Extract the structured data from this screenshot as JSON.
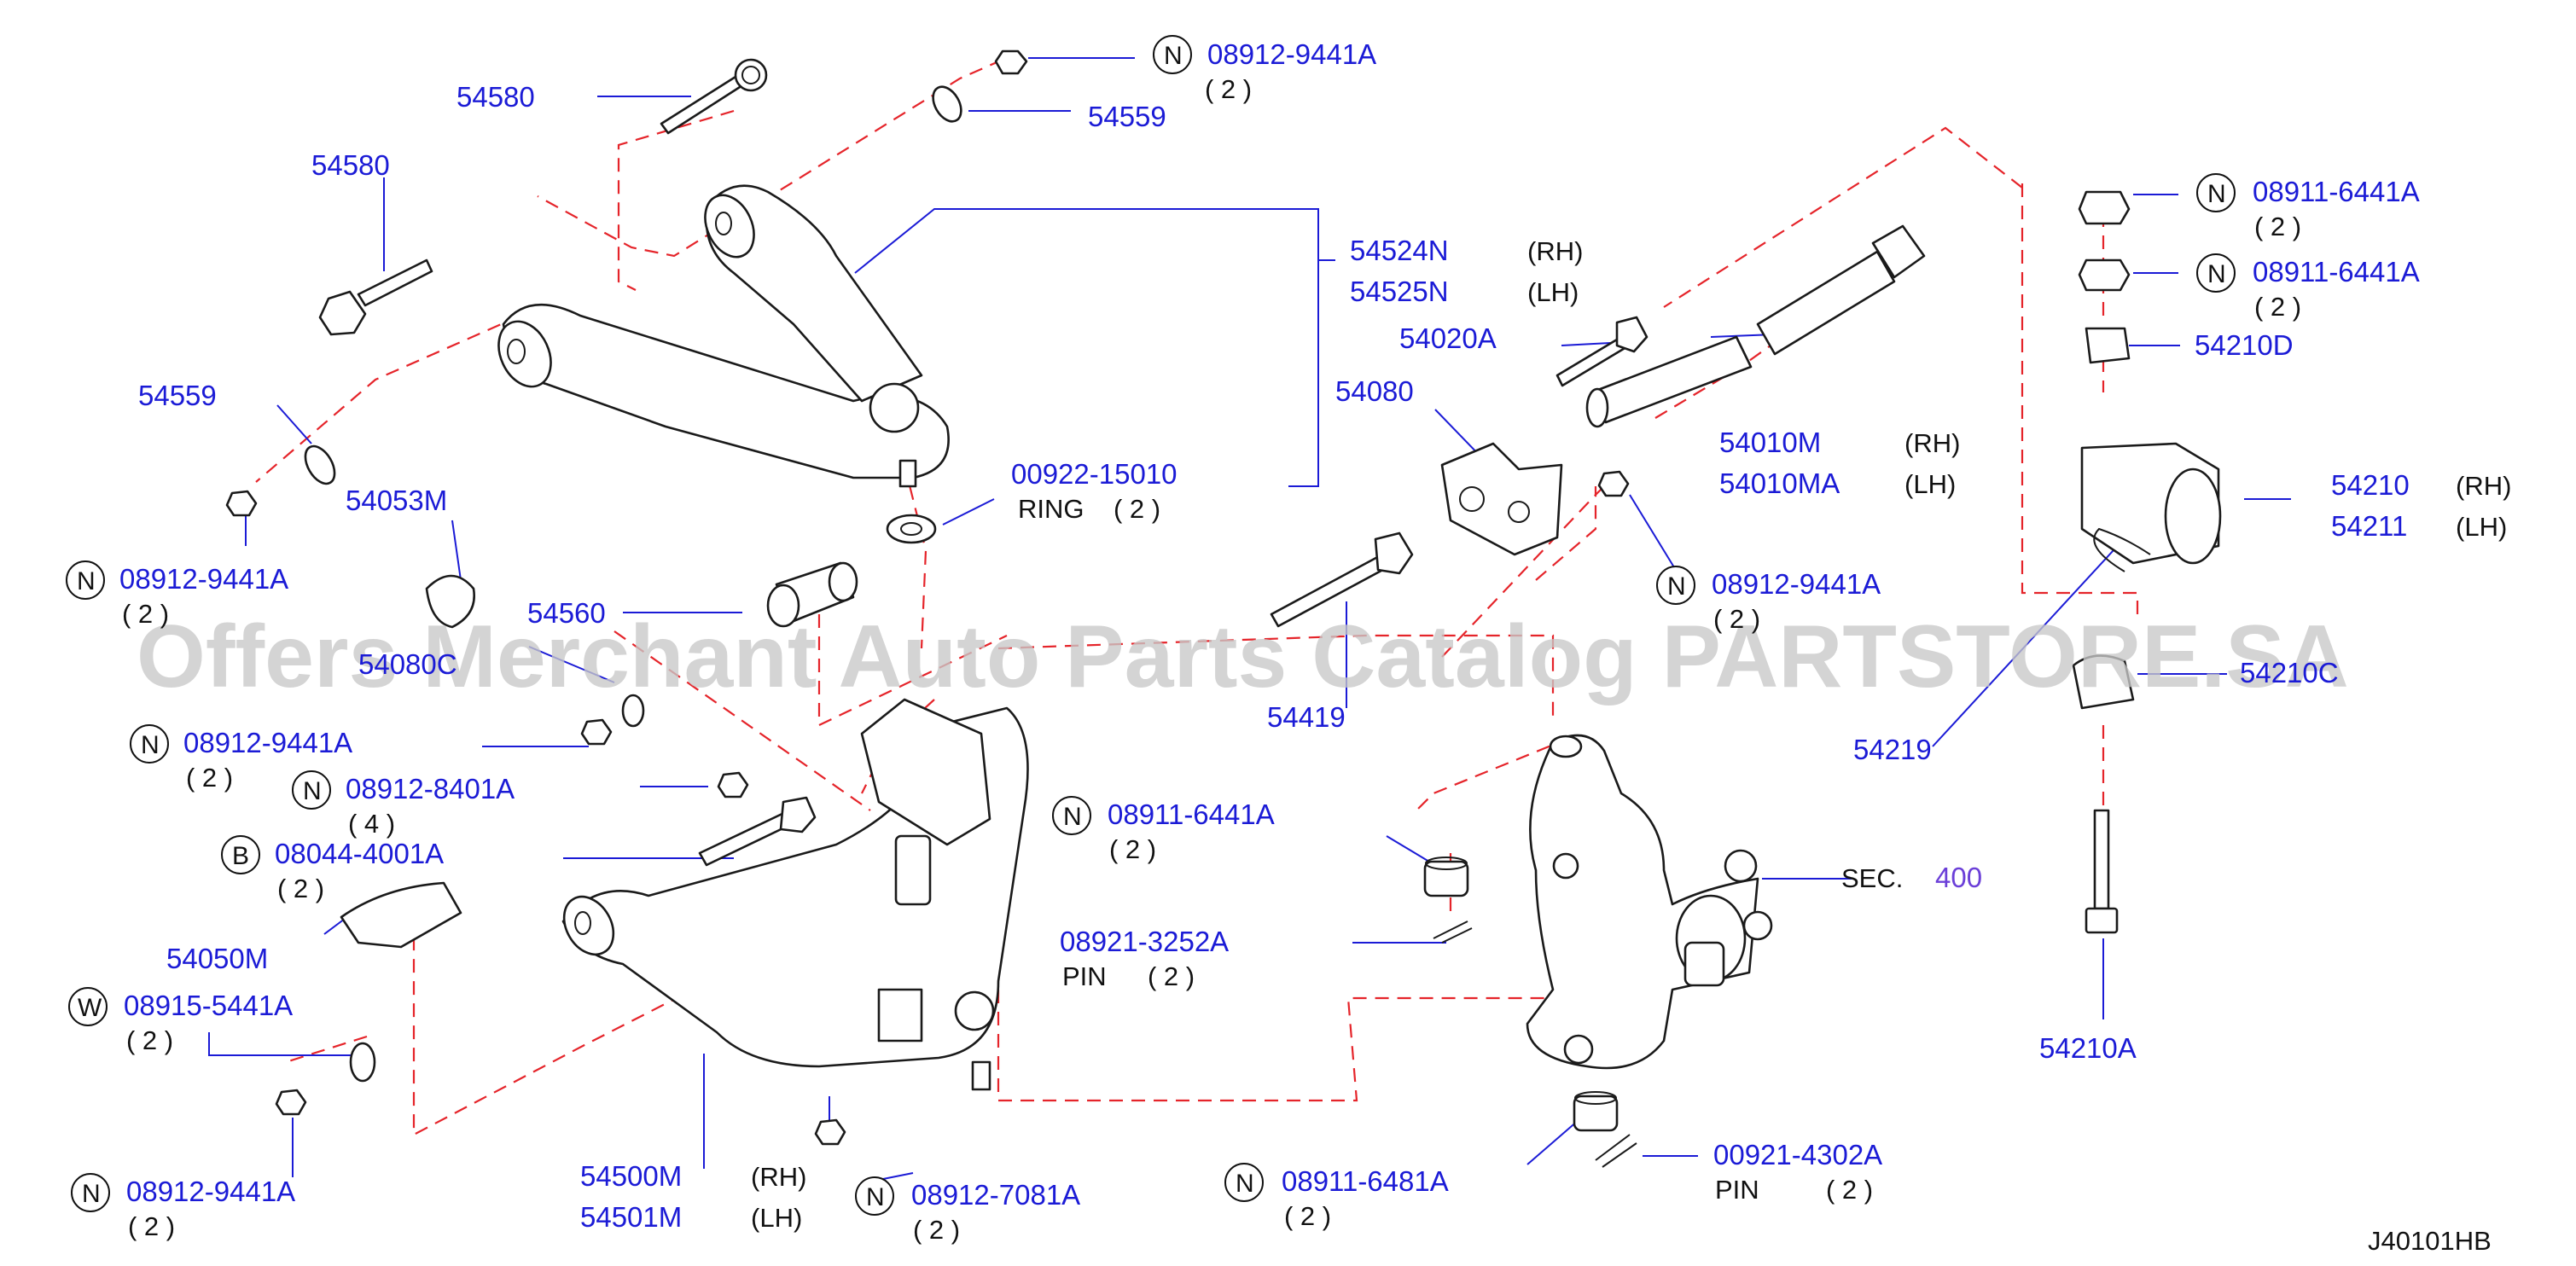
{
  "labels": {
    "p54580_top": "54580",
    "p54580_left": "54580",
    "p54559_top": "54559",
    "p54559_left": "54559",
    "nut_top": "08912-9441A",
    "nut_top_qty": "( 2 )",
    "arm_upper_rh": "54524N",
    "arm_upper_rh_side": "(RH)",
    "arm_upper_lh": "54525N",
    "arm_upper_lh_side": "(LH)",
    "p54053m": "54053M",
    "ring_pn": "00922-15010",
    "ring_txt": "RING",
    "ring_qty": "( 2 )",
    "nut_left1": "08912-9441A",
    "nut_left1_qty": "( 2 )",
    "p54560": "54560",
    "p54080_left": "54080C",
    "nut_left2": "08912-9441A",
    "nut_left2_qty": "( 2 )",
    "nut_left3": "08912-8401A",
    "nut_left3_qty": "( 4 )",
    "bolt_left": "08044-4001A",
    "bolt_left_qty": "( 2 )",
    "p54050m": "54050M",
    "washer_left": "08915-5441A",
    "washer_left_qty": "( 2 )",
    "nut_left4": "08912-9441A",
    "nut_left4_qty": "( 2 )",
    "arm_lower_rh": "54500M",
    "arm_lower_rh_side": "(RH)",
    "arm_lower_lh": "54501M",
    "arm_lower_lh_side": "(LH)",
    "nut_bottom": "08912-7081A",
    "nut_bottom_qty": "( 2 )",
    "nut_mid": "08911-6441A",
    "nut_mid_qty": "( 2 )",
    "pin_mid_pn": "08921-3252A",
    "pin_mid_txt": "PIN",
    "pin_mid_qty": "( 2 )",
    "nut_knuckle": "08911-6481A",
    "nut_knuckle_qty": "( 2 )",
    "pin_bottom_pn": "00921-4302A",
    "pin_bottom_txt": "PIN",
    "pin_bottom_qty": "( 2 )",
    "p54020a": "54020A",
    "p54080": "54080",
    "torsion_rh": "54010M",
    "torsion_rh_side": "(RH)",
    "torsion_lh": "54010MA",
    "torsion_lh_side": "(LH)",
    "nut_right_mid": "08912-9441A",
    "nut_right_mid_qty": "( 2 )",
    "p54419": "54419",
    "sec_txt": "SEC.",
    "sec_num": "400",
    "nut_right1": "08911-6441A",
    "nut_right1_qty": "( 2 )",
    "nut_right2": "08911-6441A",
    "nut_right2_qty": "( 2 )",
    "p54210d": "54210D",
    "stab_rh": "54210",
    "stab_rh_side": "(RH)",
    "stab_lh": "54211",
    "stab_lh_side": "(LH)",
    "p54219": "54219",
    "p54210c": "54210C",
    "p54210a": "54210A",
    "diagram_code": "J40101HB"
  },
  "symbols": {
    "nut": "N",
    "bolt": "B",
    "washer": "W"
  },
  "watermark": "Offers Merchant Auto Parts Catalog PARTSTORE.SA",
  "colors": {
    "part_number": "#1b1bd6",
    "section": "#6b3fd8",
    "assembly_line": "#e5242a",
    "watermark": "#c8c8c8"
  }
}
